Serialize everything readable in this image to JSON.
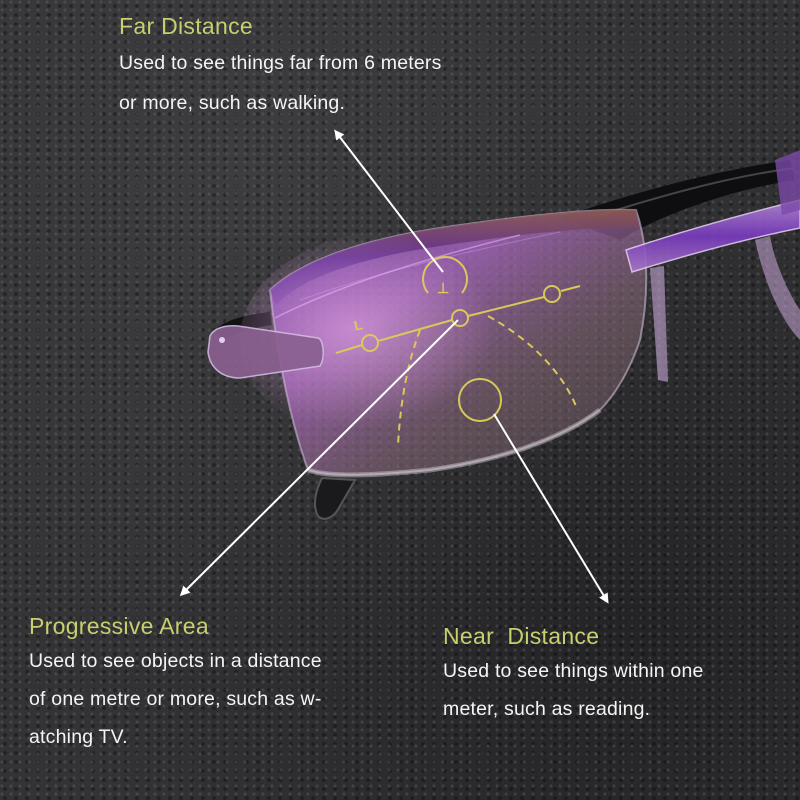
{
  "far_distance": {
    "heading": "Far Distance",
    "lines": [
      "Used to see things far from 6 meters",
      "or more, such as walking."
    ]
  },
  "progressive_area": {
    "heading": "Progressive Area",
    "lines": [
      "Used to see objects in a distance",
      "of one metre or more, such as w-",
      "atching TV."
    ]
  },
  "near_distance": {
    "heading": "Near  Distance",
    "lines": [
      "Used to see things within one",
      "meter, such as reading."
    ]
  },
  "lens_markings": {
    "left_mark": "L",
    "top_mark": "⊥"
  },
  "colors": {
    "heading": "#c8cf6e",
    "body_text": "#f4f4f4",
    "lens_marking": "#d9c85a",
    "lens_tint": "#8a4fb8",
    "background": "#333335"
  }
}
